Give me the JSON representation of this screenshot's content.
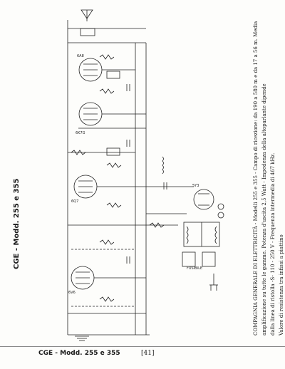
{
  "header": {
    "brand": "CGE",
    "model_title": "CGE - Modd. 255 e 355"
  },
  "caption": {
    "line1": "COMPAGNIA GENERALE DI ELETTRICITÀ - Modelli 255 e 355 - Campo di ricezione: da 190 a 580 m e da 17 a 56 m. Media",
    "line2": "amplificazione su tutte le gamme. Potenza d'uscita 2,5 Watt - Impedenza della altoparlante dipende",
    "line3": "dalla linea di ristolla -S- 110 - 250 V - Frequenza intermedia di 467 kHz.",
    "line4": "Valore di resistenza tra infissi a piattino"
  },
  "footer": {
    "model": "CGE - Modd. 255 e 355",
    "page": "[41]"
  },
  "labels": {
    "tube1": "6A8",
    "tube2": "6K7G",
    "tube3": "6Q7",
    "tube4": "6V6",
    "tube5": "5Y3",
    "fuse": "FUSIBILE"
  }
}
